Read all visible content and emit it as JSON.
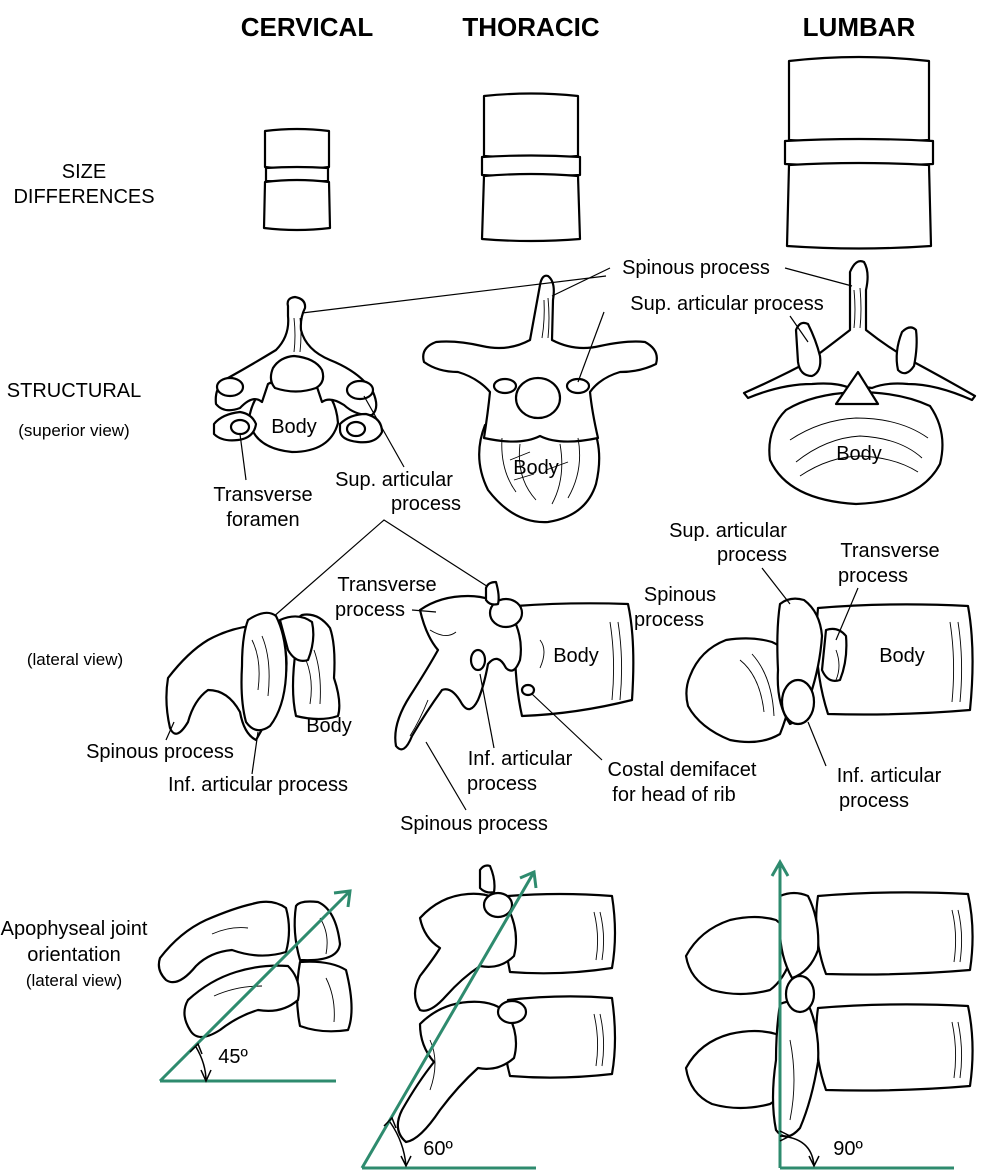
{
  "columns": {
    "cervical": "CERVICAL",
    "thoracic": "THORACIC",
    "lumbar": "LUMBAR"
  },
  "rows": {
    "size_line1": "SIZE",
    "size_line2": "DIFFERENCES",
    "structural": "STRUCTURAL",
    "superior_view": "(superior view)",
    "lateral_view": "(lateral view)",
    "apophyseal_line1": "Apophyseal joint",
    "apophyseal_line2": "orientation",
    "apophyseal_line3": "(lateral view)"
  },
  "labels": {
    "spinous_process_top": "Spinous process",
    "sup_articular_lumbar": "Sup. articular process",
    "body_cerv_sup": "Body",
    "body_thor_sup": "Body",
    "body_lumb_sup": "Body",
    "transverse_foramen_1": "Transverse",
    "transverse_foramen_2": "foramen",
    "sup_articular_cerv_1": "Sup. articular",
    "sup_articular_cerv_2": "process",
    "transverse_thor_1": "Transverse",
    "transverse_thor_2": "process",
    "body_thor_lat": "Body",
    "body_cerv_lat": "Body",
    "spinous_cerv_lat": "Spinous process",
    "inf_articular_cerv": "Inf. articular process",
    "inf_articular_thor_1": "Inf. articular",
    "inf_articular_thor_2": "process",
    "costal_1": "Costal demifacet",
    "costal_2": "for head of rib",
    "spinous_thor_lat": "Spinous process",
    "sup_articular_lumb_lat_1": "Sup. articular",
    "sup_articular_lumb_lat_2": "process",
    "transverse_lumb_1": "Transverse",
    "transverse_lumb_2": "process",
    "spinous_lumb_1": "Spinous",
    "spinous_lumb_2": "process",
    "body_lumb_lat": "Body",
    "inf_articular_lumb_1": "Inf. articular",
    "inf_articular_lumb_2": "process"
  },
  "angles": {
    "cervical": "45º",
    "thoracic": "60º",
    "lumbar": "90º"
  },
  "colors": {
    "angle_line": "#2e8b6e"
  }
}
